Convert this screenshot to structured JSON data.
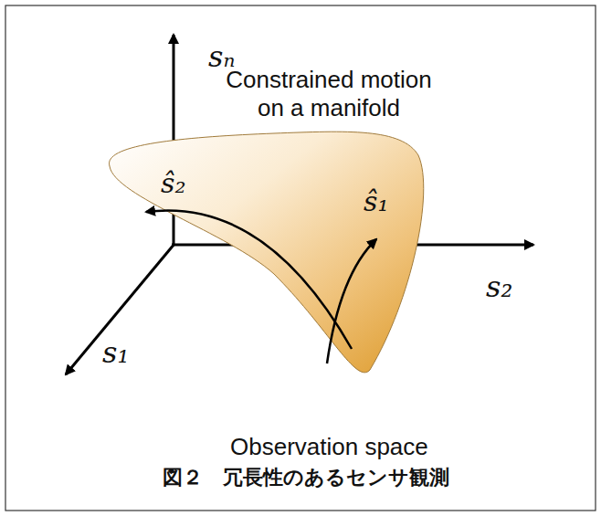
{
  "diagram": {
    "caption": "図２　冗長性のあるセンサ観測",
    "labels": [
      "sₙ",
      "Constrained motion on a manifold",
      "ŝ₂",
      "ŝ₁",
      "s₂",
      "s₁",
      "Observation space"
    ]
  }
}
